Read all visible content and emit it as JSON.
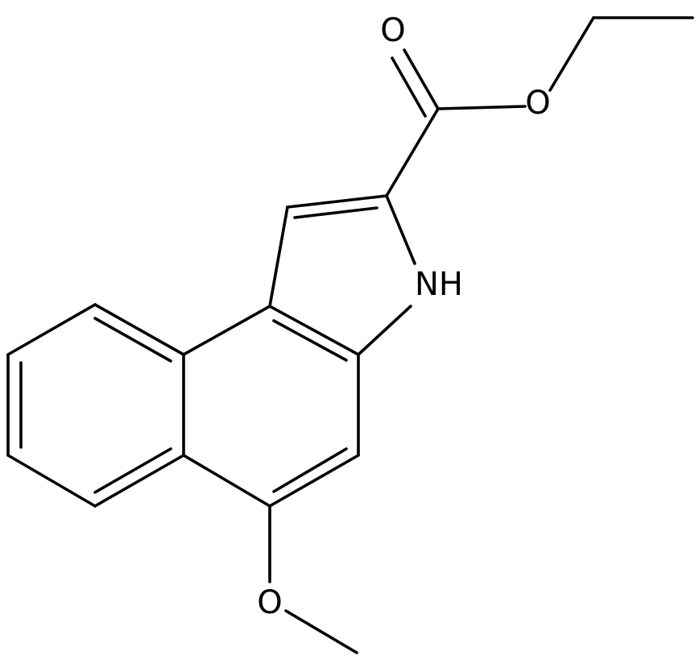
{
  "structure": {
    "atoms": [
      {
        "id": "O_carbonyl",
        "symbol": "O",
        "label": "O"
      },
      {
        "id": "O_ester",
        "symbol": "O",
        "label": "O"
      },
      {
        "id": "N_pyrrole",
        "symbol": "N",
        "label": "NH"
      },
      {
        "id": "O_methoxy",
        "symbol": "O",
        "label": "O"
      }
    ],
    "colors": {
      "bond": "#000000",
      "label": "#000000",
      "background": "#ffffff"
    }
  }
}
